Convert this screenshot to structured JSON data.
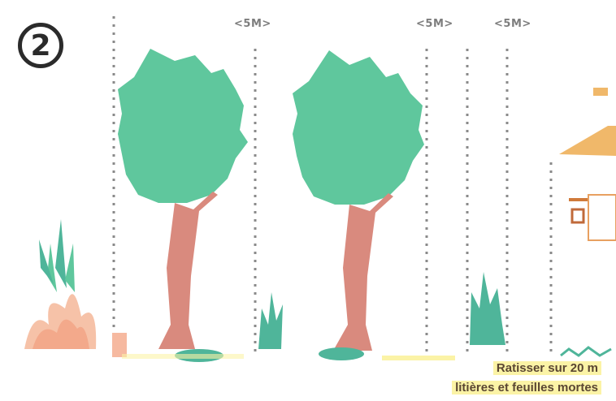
{
  "step": {
    "number": "2"
  },
  "distance_labels": [
    "<5M>",
    "<5M>",
    "<5M>"
  ],
  "caption": {
    "line1": "Ratisser sur 20 m",
    "line2": "litières et feuilles mortes"
  },
  "colors": {
    "foliage": "#5fc79d",
    "trunk": "#d98a7e",
    "grass": "#4fb59a",
    "fire": "#f3a98b",
    "house": "#f0b86a",
    "dotted_line": "#8a8a8a",
    "highlight": "#fbf3a6"
  }
}
